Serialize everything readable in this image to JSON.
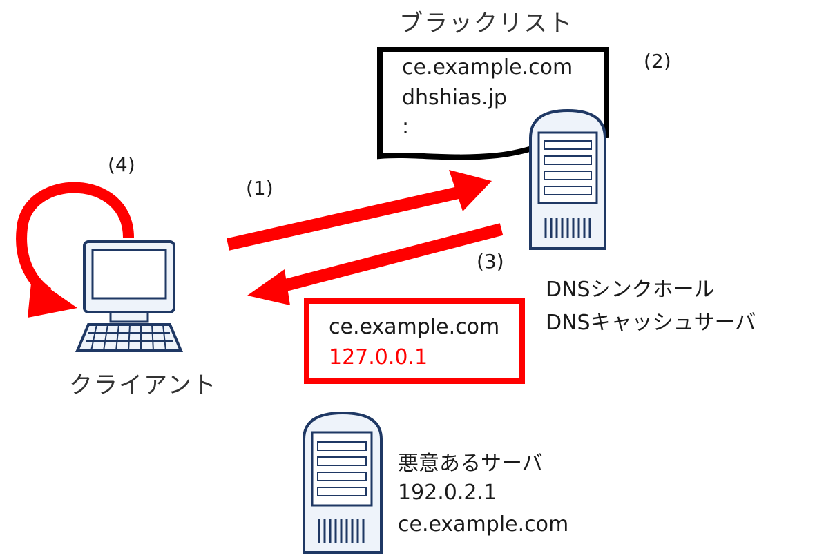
{
  "blacklist": {
    "title": "ブラックリスト",
    "entries": [
      "ce.example.com",
      "dhshias.jp",
      ":"
    ]
  },
  "steps": {
    "s1": "(1)",
    "s2": "(2)",
    "s3": "(3)",
    "s4": "(4)"
  },
  "client": {
    "label": "クライアント"
  },
  "dns_server": {
    "line1": "DNSシンクホール",
    "line2": "DNSキャッシュサーバ"
  },
  "response": {
    "domain": "ce.example.com",
    "ip": "127.0.0.1",
    "ip_color": "#ff0000"
  },
  "malicious_server": {
    "name": "悪意あるサーバ",
    "ip": "192.0.2.1",
    "domain": "ce.example.com"
  },
  "colors": {
    "arrow": "#ff0000",
    "device_outline": "#1f3864",
    "device_fill": "#eef3fa"
  },
  "icons": [
    "computer-icon",
    "server-icon",
    "server-icon",
    "document-icon",
    "loop-arrow-icon"
  ]
}
